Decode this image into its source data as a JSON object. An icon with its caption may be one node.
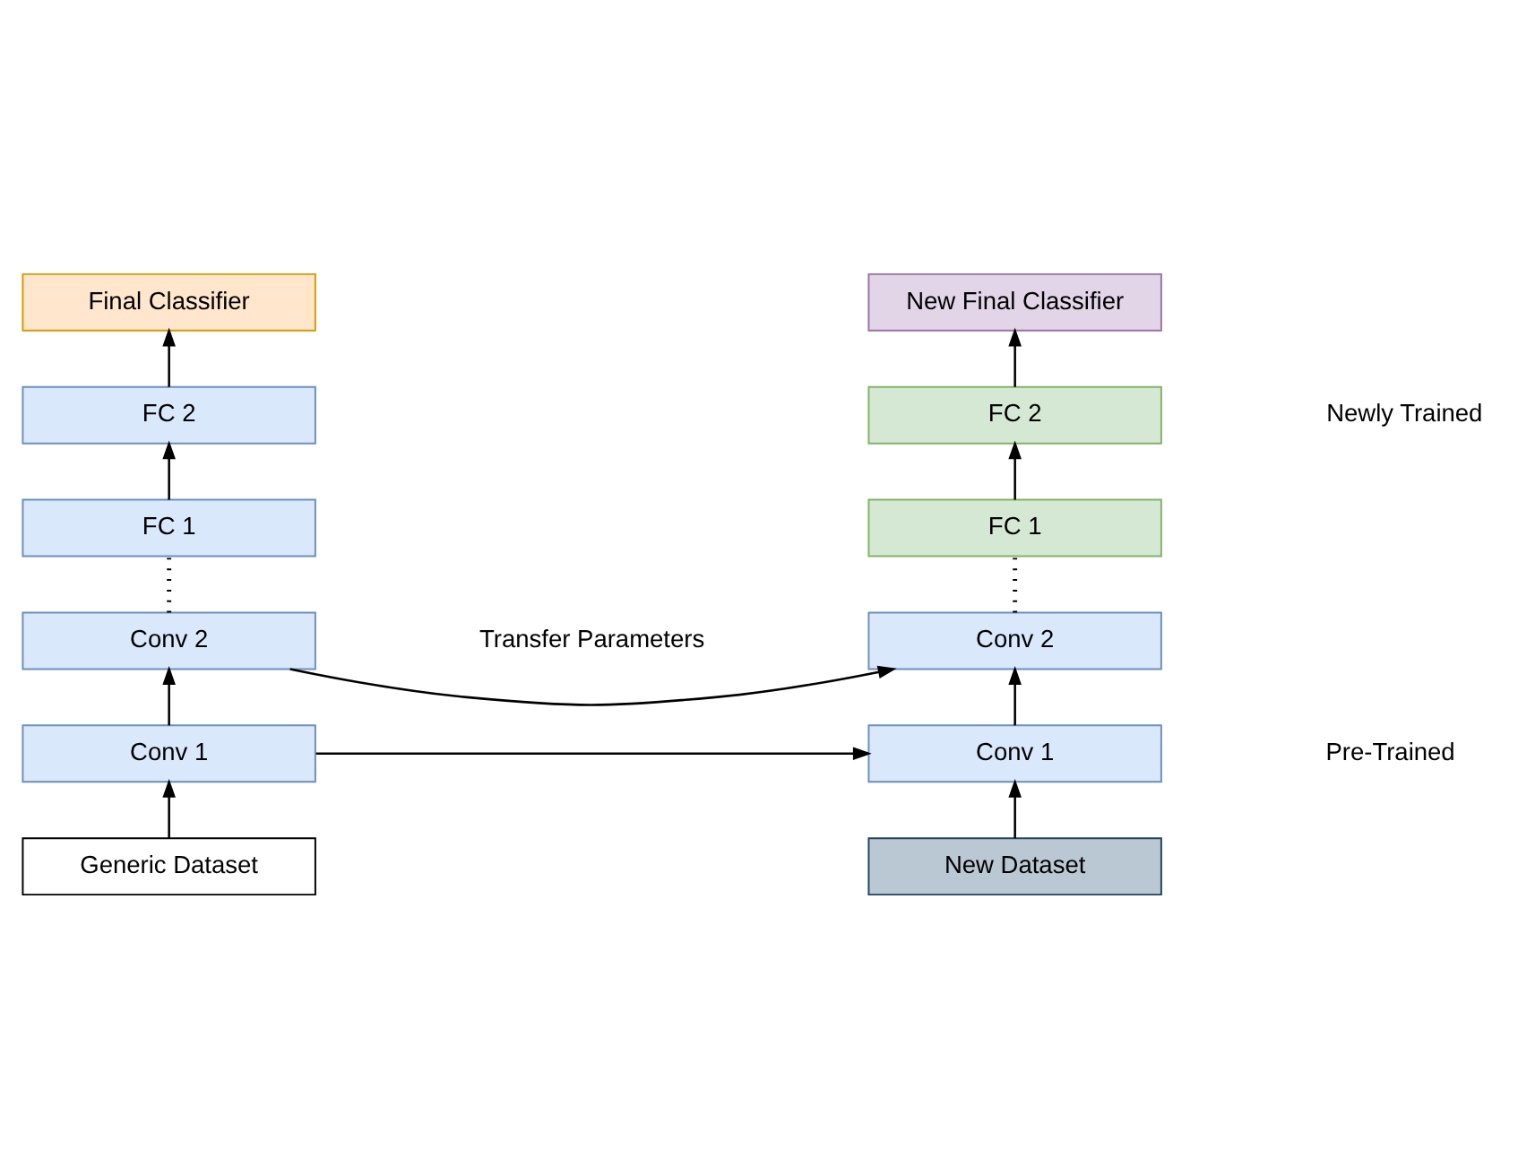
{
  "diagram": {
    "nodes": [
      {
        "text": [
          "Final Classifier"
        ]
      },
      {
        "text": [
          "FC 2"
        ]
      },
      {
        "text": [
          "FC 1"
        ]
      },
      {
        "text": [
          "Conv 2"
        ]
      },
      {
        "text": [
          "Conv 1"
        ]
      },
      {
        "text": [
          "Generic Dataset"
        ]
      },
      {
        "text": [
          "New Final Classifier"
        ]
      },
      {
        "text": [
          "FC 2"
        ]
      },
      {
        "text": [
          "FC 1"
        ]
      },
      {
        "text": [
          "Conv 2"
        ]
      },
      {
        "text": [
          "Conv 1"
        ]
      },
      {
        "text": [
          "New Dataset"
        ]
      }
    ],
    "edges": [
      {
        "from": 5,
        "to": 4,
        "arrow": "to"
      },
      {
        "from": 4,
        "to": 3,
        "arrow": "to"
      },
      {
        "from": 3,
        "to": 2,
        "arrow": "none",
        "style": "dashed"
      },
      {
        "from": 2,
        "to": 1,
        "arrow": "to"
      },
      {
        "from": 1,
        "to": 0,
        "arrow": "to"
      },
      {
        "from": 11,
        "to": 10,
        "arrow": "to"
      },
      {
        "from": 10,
        "to": 9,
        "arrow": "to"
      },
      {
        "from": 9,
        "to": 8,
        "arrow": "none",
        "style": "dashed"
      },
      {
        "from": 8,
        "to": 7,
        "arrow": "to"
      },
      {
        "from": 7,
        "to": 6,
        "arrow": "to"
      },
      {
        "from": 3,
        "to": 9,
        "arrow": "to"
      },
      {
        "from": 4,
        "to": 10,
        "arrow": "to"
      }
    ],
    "labels": [
      "Newly Trained",
      "Transfer Parameters",
      "Pre-Trained"
    ]
  }
}
